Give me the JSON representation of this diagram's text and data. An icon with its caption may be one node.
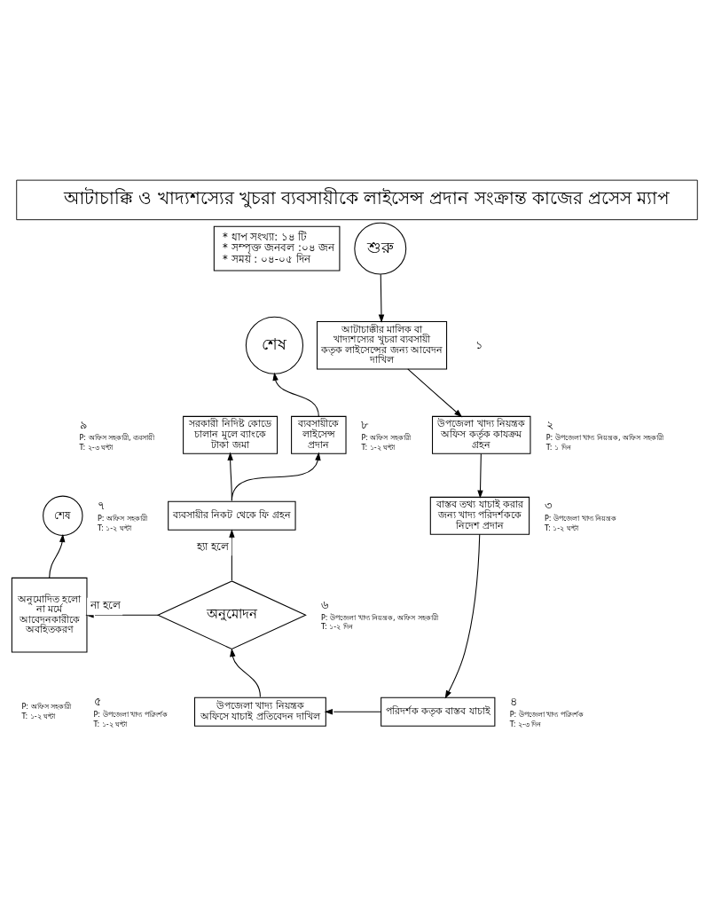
{
  "diagram": {
    "title": "আটাচাক্কি ও খাদ্যশস্যের খুচরা ব্যবসায়ীকে লাইসেন্স প্রদান সংক্রান্ত কাজের প্রসেস ম্যাপ",
    "nodes": [
      {
        "text": [
          "* ধাপ সংখ্যা: ১৪ টি",
          "* সম্পৃক্ত জনবল :০৪ জন",
          "* সময় : ০৪-০৫ দিন"
        ]
      },
      {
        "text": [
          "শুরু"
        ]
      },
      {
        "text": [
          "শেষ"
        ]
      },
      {
        "text": [
          "আটাচাক্কীর মালিক বা খাদ্যশস্যের খুচরা ব্যবসায়ী কতৃক লাইসেন্সের জন্য আবেদন দাখিল"
        ],
        "beside": [
          "১"
        ]
      },
      {
        "text": [
          "উপজেলা খাদ্য নিয়ন্ত্রক অফিস কর্তৃক কাযক্রম গ্রহন"
        ],
        "beside": [
          "২",
          "P: উপজেলা খাদ্য নিয়ন্ত্রক, অফিস সহকারী",
          "T: ১ দিন"
        ]
      },
      {
        "text": [
          "সরকারী নিদিষ্ট কোডে চালান মুলে ব্যাংকে টাকা জমা"
        ],
        "beside": [
          "৯",
          "P: অফিস সহকারী, ব্যবসায়ী",
          "T: ২-৩ ঘন্টা"
        ]
      },
      {
        "text": [
          "ব্যবসায়ীকে লাইসেন্স প্রদান"
        ],
        "beside": [
          "৮",
          "P: অফিস সহকারী",
          "T: ১-২ ঘন্টা"
        ]
      },
      {
        "text": [
          "বাস্তব তথ্য যাচাই করার জন্য খাদ্য পরিদর্শককে নিদেশ প্রদান"
        ],
        "beside": [
          "৩",
          "P: উপজেলা খাদ্য নিয়ন্ত্রক",
          "T: ১-২ ঘন্টা"
        ]
      },
      {
        "text": [
          "ব্যবসায়ীর নিকট থেকে ফি গ্রহন"
        ],
        "beside": [
          "৭",
          "P: অফিস সহকারী",
          "T: ১-২ ঘন্টা"
        ]
      },
      {
        "text": [
          "শেষ"
        ]
      },
      {
        "text": [
          "অনুমোদন"
        ],
        "beside": [
          "৬",
          "P: উপজেলা খাদ্য নিয়ন্ত্রক, অফিস সহকারী",
          "T: ১-২ দিন"
        ]
      },
      {
        "text": [
          "অনুমোদিত হলো না মর্মে আবেদনকারীকে অবহিতকরণ"
        ],
        "beside": [
          "P: অফিস সহকারী",
          "T: ১-২ ঘন্টা"
        ]
      },
      {
        "text": [
          "উপজেলা খাদ্য নিয়ন্ত্রক অফিসে যাচাই প্রতিবেদন দাখিল"
        ],
        "beside": [
          "৫",
          "P: উপজেলা খাদ্য পরিদর্শক",
          "T: ১-২ ঘন্টা"
        ]
      },
      {
        "text": [
          "পরিদর্শক কতৃক বাস্তব যাচাই"
        ],
        "beside": [
          "৪",
          "P: উপজেলা খাদ্য পরিদর্শক",
          "T: ২-৩ দিন"
        ]
      }
    ],
    "edges": [
      {
        "from": 1,
        "to": 3,
        "arrow": "to"
      },
      {
        "from": 3,
        "to": 4,
        "arrow": "to"
      },
      {
        "from": 4,
        "to": 7,
        "arrow": "to"
      },
      {
        "from": 7,
        "to": 13,
        "arrow": "to"
      },
      {
        "from": 13,
        "to": 12,
        "arrow": "to"
      },
      {
        "from": 12,
        "to": 10,
        "arrow": "to"
      },
      {
        "from": 10,
        "to": 8,
        "arrow": "to",
        "label": "হ্যা হলে"
      },
      {
        "from": 10,
        "to": 11,
        "arrow": "to",
        "label": "না হলে"
      },
      {
        "from": 11,
        "to": 9,
        "arrow": "to"
      },
      {
        "from": 8,
        "to": 5,
        "arrow": "to"
      },
      {
        "from": 8,
        "to": 6,
        "arrow": "to"
      },
      {
        "from": 6,
        "to": 2,
        "arrow": "to"
      }
    ]
  }
}
